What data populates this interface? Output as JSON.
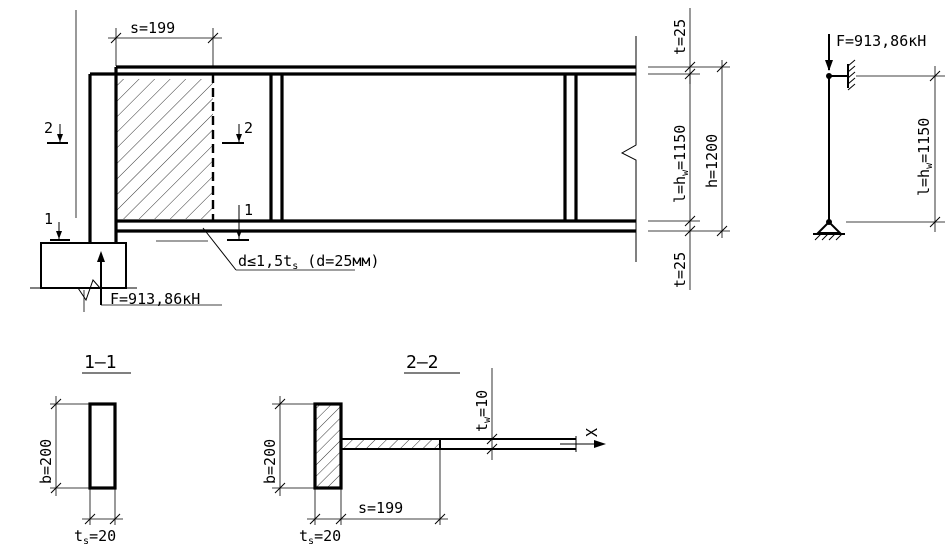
{
  "main_view": {
    "dim_s": "s=199",
    "dim_t_top": "t=25",
    "dim_t_bottom": "t=25",
    "dim_l": "l=h",
    "dim_l_sub": "w",
    "dim_l_val": "=1150",
    "dim_h": "h=1200",
    "dim_d": "d≤1,5t",
    "dim_d_sub": "s",
    "dim_d_tail": " (d=25мм)",
    "force": "F=913,86кН",
    "section_mark_2": "2",
    "section_mark_1": "1"
  },
  "scheme": {
    "force": "F=913,86кН",
    "dim_l": "l=h",
    "dim_l_sub": "w",
    "dim_l_val": "=1150"
  },
  "section_1": {
    "title": "1–1",
    "dim_b": "b=200",
    "dim_ts": "t",
    "dim_ts_sub": "s",
    "dim_ts_val": "=20"
  },
  "section_2": {
    "title": "2–2",
    "dim_b": "b=200",
    "dim_ts": "t",
    "dim_ts_sub": "s",
    "dim_ts_val": "=20",
    "dim_tw": "t",
    "dim_tw_sub": "w",
    "dim_tw_val": "=10",
    "dim_s": "s=199",
    "axis": "X"
  }
}
